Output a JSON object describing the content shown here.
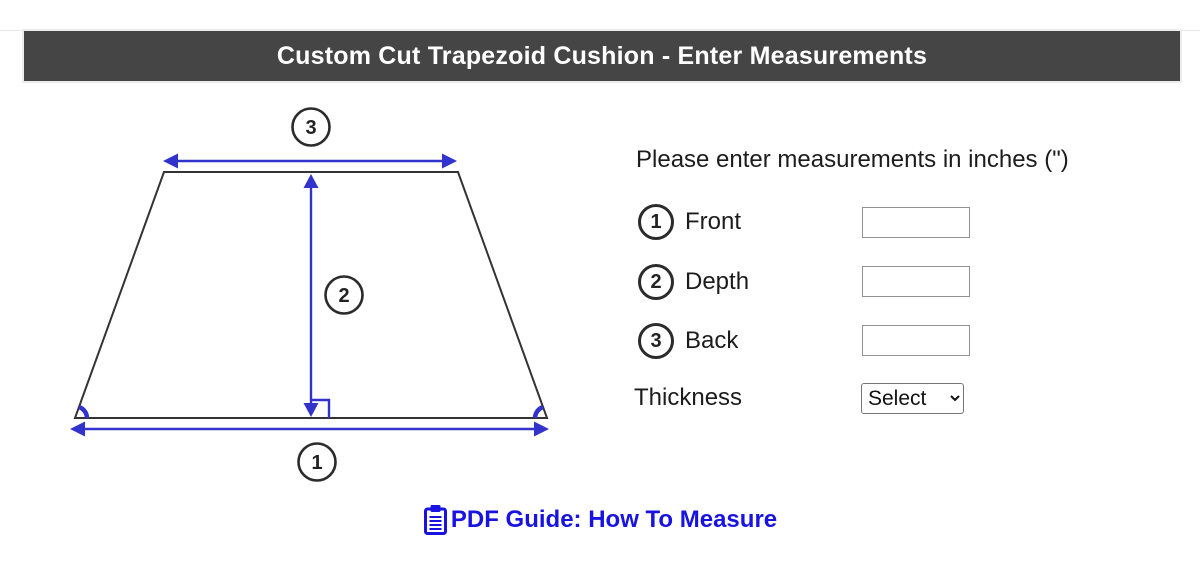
{
  "colors": {
    "header_bg": "#454545",
    "header_text": "#ffffff",
    "arrow_blue": "#3232cd",
    "line_dark": "#333333",
    "circle_stroke": "#2b2b2b",
    "link_blue": "#1813e0",
    "input_border": "#929292",
    "select_border": "#767676",
    "top_rule": "#e8eaf2",
    "text_dark": "#1c1c1c"
  },
  "header": {
    "title": "Custom Cut Trapezoid Cushion - Enter Measurements"
  },
  "diagram": {
    "callouts": {
      "back_top": "3",
      "depth_middle": "2",
      "front_bottom": "1"
    }
  },
  "form": {
    "instruction": "Please enter measurements in inches (\")",
    "rows": [
      {
        "num": "1",
        "label": "Front",
        "value": ""
      },
      {
        "num": "2",
        "label": "Depth",
        "value": ""
      },
      {
        "num": "3",
        "label": "Back",
        "value": ""
      }
    ],
    "thickness_label": "Thickness",
    "thickness_selected": "Select"
  },
  "footer": {
    "link_text": "PDF Guide: How To Measure"
  }
}
